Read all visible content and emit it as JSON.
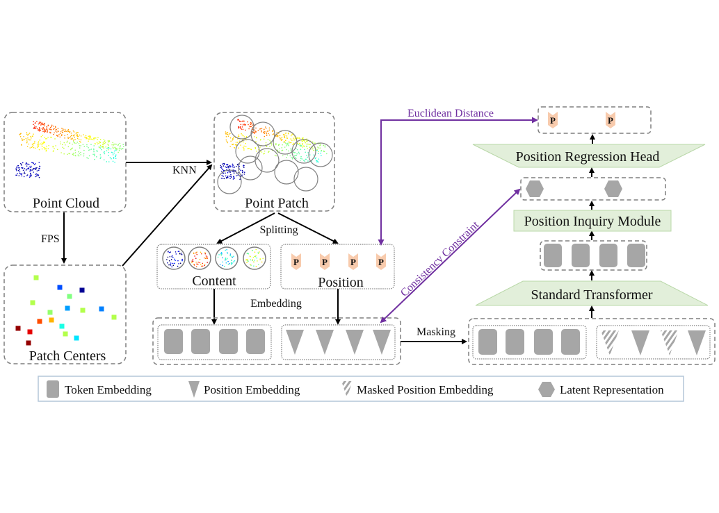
{
  "nodes": {
    "point_cloud": "Point Cloud",
    "patch_centers": "Patch Centers",
    "point_patch": "Point Patch",
    "content": "Content",
    "position": "Position",
    "position_regression_head": "Position Regression Head",
    "position_inquiry_module": "Position Inquiry Module",
    "standard_transformer": "Standard Transformer"
  },
  "edges": {
    "fps": "FPS",
    "knn": "KNN",
    "splitting": "Splitting",
    "embedding": "Embedding",
    "masking": "Masking",
    "euclidean_distance": "Euclidean Distance",
    "consistency_constraint": "Consistency Constraint"
  },
  "position_token_letter": "P",
  "legend": {
    "items": [
      {
        "icon": "rounded-rect-icon",
        "label": "Token Embedding"
      },
      {
        "icon": "triangle-down-icon",
        "label": "Position Embedding"
      },
      {
        "icon": "hatched-triangle-icon",
        "label": "Masked Position Embedding"
      },
      {
        "icon": "hexagon-icon",
        "label": "Latent Representation"
      }
    ]
  },
  "colors": {
    "module_fill": "#e2efda",
    "module_stroke": "#b9d8a8",
    "token_gray": "#a6a6a6",
    "position_tag": "#f8cbad",
    "accent_purple": "#7030a0",
    "dashed_border": "#7f7f7f"
  },
  "masked_pattern": [
    true,
    false,
    true,
    false
  ]
}
